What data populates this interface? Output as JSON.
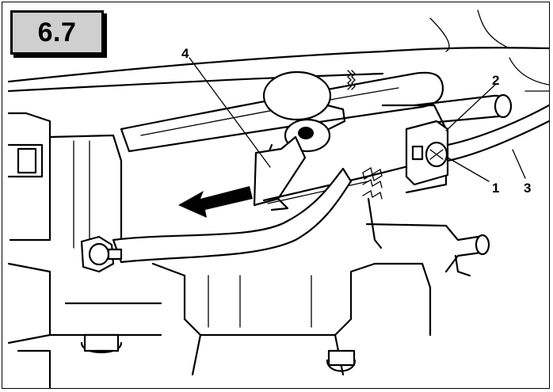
{
  "figure": {
    "number": "6.7"
  },
  "callouts": {
    "c1": "1",
    "c2": "2",
    "c3": "3",
    "c4": "4"
  }
}
